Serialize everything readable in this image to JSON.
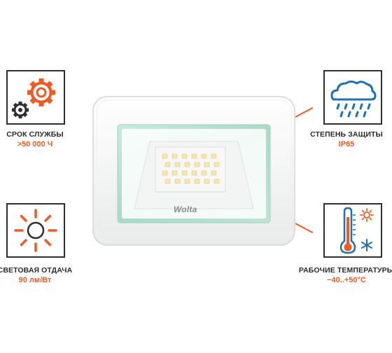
{
  "features": {
    "lifetime": {
      "label": "СРОК СЛУЖБЫ",
      "value": ">50 000 Ч",
      "icon": "gears-icon"
    },
    "protection": {
      "label": "СТЕПЕНЬ ЗАЩИТЫ",
      "value": "IP65",
      "icon": "rain-cloud-icon"
    },
    "luminous_efficacy": {
      "label": "СВЕТОВАЯ ОТДАЧА",
      "value": "90 лм/Вт",
      "icon": "sun-icon"
    },
    "temperature": {
      "label": "РАБОЧИЕ ТЕМПЕРАТУРЫ",
      "value": "−40..+50°C",
      "icon": "thermometer-icon"
    }
  },
  "product": {
    "brand": "Wolta",
    "led_count": 24
  },
  "colors": {
    "accent": "#f15a22",
    "dark": "#2f2f2f",
    "blue": "#1f6fb5",
    "led": "#f6e6b0"
  }
}
